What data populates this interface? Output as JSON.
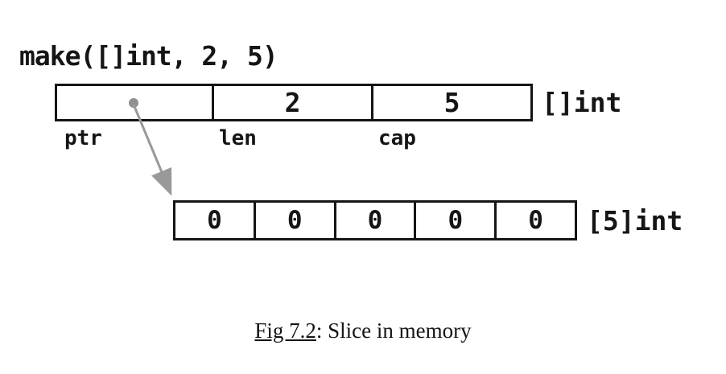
{
  "title": "make([]int, 2, 5)",
  "slice_header": {
    "cells": [
      {
        "label": "ptr",
        "value": ""
      },
      {
        "label": "len",
        "value": "2"
      },
      {
        "label": "cap",
        "value": "5"
      }
    ],
    "type_label": "[]int"
  },
  "array": {
    "values": [
      "0",
      "0",
      "0",
      "0",
      "0"
    ],
    "type_label": "[5]int"
  },
  "caption": {
    "fig_ref": "Fig 7.2",
    "text": ": Slice in memory"
  },
  "colors": {
    "border": "#151515",
    "text": "#151515",
    "arrow": "#999999",
    "background": "#ffffff"
  }
}
